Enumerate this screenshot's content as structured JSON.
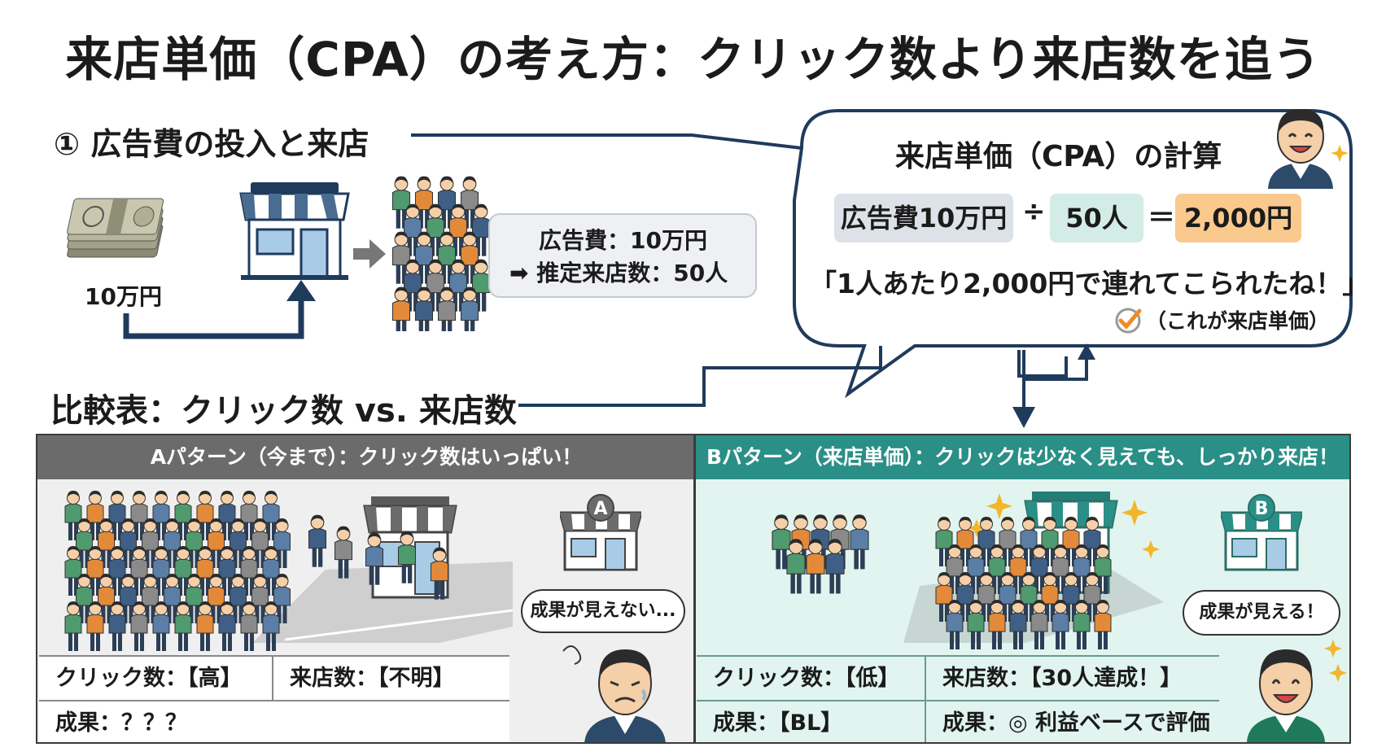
{
  "title": "来店単価（CPA）の考え方：クリック数より来店数を追う",
  "section1": {
    "title": "① 広告費の投入と来店",
    "money_label": "10万円",
    "ad_box_line1": "広告費：10万円",
    "ad_box_line2": "➡ 推定来店数：50人"
  },
  "calc": {
    "title": "来店単価（CPA）の計算",
    "ad_chip": "広告費10万円",
    "divide": "÷",
    "people_chip": "50人",
    "equals": "＝",
    "result_chip": "2,000円",
    "quote": "「1人あたり2,000円で連れてこられたね！」",
    "note": "（これが来店単価）"
  },
  "comparison": {
    "title": "比較表：クリック数 vs. 来店数",
    "pattern_a": {
      "header": "Aパターン（今まで）：クリック数はいっぱい！",
      "badge": "A",
      "speech": "成果が見えない...",
      "clicks": "クリック数：【高】",
      "visits": "来店数：【不明】",
      "result": "成果：？？？"
    },
    "pattern_b": {
      "header": "Bパターン（来店単価）：クリックは少なく見えても、しっかり来店！",
      "badge": "B",
      "speech": "成果が見える！",
      "clicks": "クリック数：【低】",
      "visits": "来店数：【30人達成！】",
      "result": "成果：【BL】",
      "result2": "成果：◎ 利益ベースで評価"
    }
  },
  "colors": {
    "navy": "#1f3b5c",
    "teal": "#2a8f86",
    "gray_header": "#6b6b6b",
    "orange": "#f9c98e",
    "sparkle": "#f2b629"
  },
  "icons": [
    "money-stack-icon",
    "store-icon",
    "crowd-icon",
    "arrow-icon",
    "smiling-staff-icon",
    "check-icon",
    "sparkle-icon",
    "worried-staff-icon"
  ]
}
